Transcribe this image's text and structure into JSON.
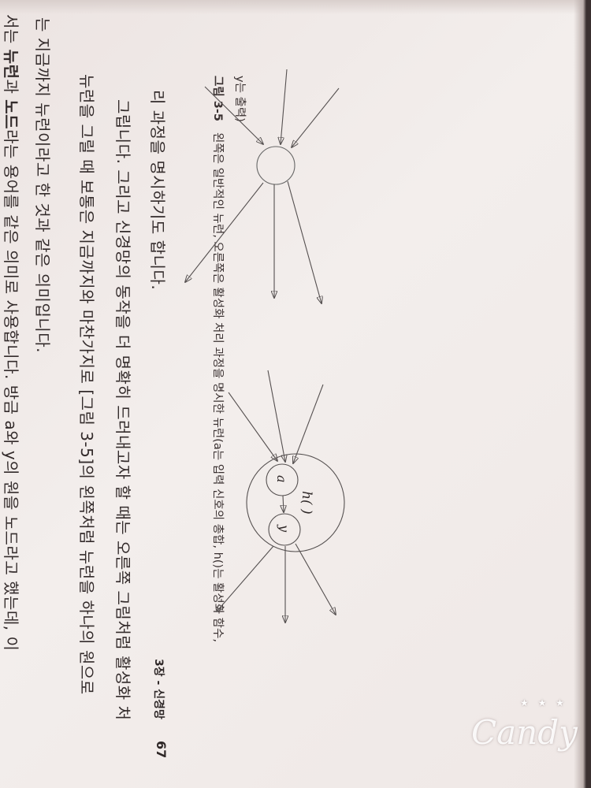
{
  "body_text": {
    "line1_prefix": "서는 ",
    "line1_bold1": "뉴런",
    "line1_mid": "과 ",
    "line1_bold2": "노드",
    "line1_rest": "라는 용어를 같은 의미로 사용합니다. 방금 a와 y의 원을 노드라고 했는데, 이",
    "line2": "는 지금까지 뉴런이라고 한 것과 같은 의미입니다.",
    "line3": "뉴런을 그릴 때 보통은 지금까지와 마찬가지로 [그림 3-5]의 왼쪽처럼 뉴런을 하나의 원으로",
    "line4": "그립니다. 그리고 신경망의 동작을 더 명확히 드러내고자 할 때는 오른쪽 그림처럼 활성화 처",
    "line5": "리 과정을 명시하기도 합니다."
  },
  "caption": {
    "label": "그림 3-5",
    "text_line1": "왼쪽은 일반적인 뉴런, 오른쪽은 활성화 처리 과정을 명시한 뉴런(a는 입력 신호의 총합, h()는 활성화 함수,",
    "text_line2": "y는 출력)"
  },
  "diagram": {
    "node_a": "a",
    "node_y": "y",
    "activation_label": "h( )"
  },
  "footer": {
    "chapter": "3장 - 신경망",
    "page_number": "67"
  },
  "watermark": {
    "text": "Candy",
    "stars": "★ ★ ★"
  },
  "colors": {
    "paper": "#efe8e6",
    "ink": "#332b2b",
    "diagram_stroke": "#555050"
  }
}
